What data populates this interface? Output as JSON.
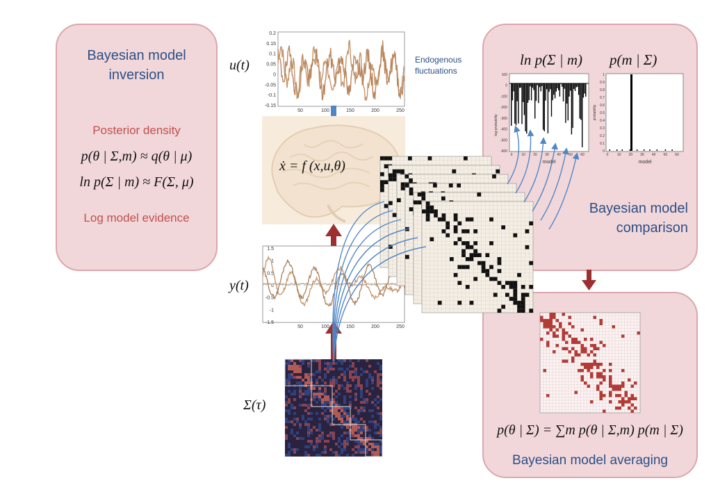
{
  "inversion_panel": {
    "title_line1": "Bayesian model",
    "title_line2": "inversion",
    "posterior_label": "Posterior density",
    "eq_posterior": "p(θ | Σ,m) ≈ q(θ | μ)",
    "eq_evidence": "ln p(Σ | m) ≈ F(Σ, μ)",
    "evidence_label": "Log model evidence"
  },
  "u_series": {
    "label": "u(t)",
    "note_line1": "Endogenous",
    "note_line2": "fluctuations",
    "y_ticks": [
      "0.2",
      "0.15",
      "0.1",
      "0.05",
      "0",
      "-0.05",
      "-0.1",
      "-0.15"
    ],
    "x_ticks": [
      "50",
      "100",
      "150",
      "200",
      "250"
    ]
  },
  "state_equation": "ẋ = f (x,u,θ)",
  "y_series": {
    "label": "y(t)",
    "y_ticks": [
      "1.5",
      "1",
      "0.5",
      "0",
      "-0.5",
      "-1",
      "-1.5"
    ],
    "x_ticks": [
      "50",
      "100",
      "150",
      "200",
      "250"
    ]
  },
  "sigma_label": "Σ(τ)",
  "comparison_panel": {
    "log_evidence_title": "ln p(Σ | m)",
    "posterior_title": "p(m | Σ)",
    "label_line1": "Bayesian model",
    "label_line2": "comparison",
    "left_ylabel": "log-probability",
    "left_xlabel": "model",
    "right_ylabel": "probability",
    "right_xlabel": "model",
    "left_y_ticks": [
      "100",
      "0",
      "-100",
      "-200",
      "-300",
      "-400",
      "-500",
      "-600"
    ],
    "left_x_ticks": [
      "0",
      "10",
      "20",
      "30",
      "40",
      "50",
      "60"
    ],
    "right_y_ticks": [
      "1",
      "0.9",
      "0.8",
      "0.7",
      "0.6",
      "0.5",
      "0.4",
      "0.3",
      "0.2",
      "0.1",
      "0"
    ],
    "right_x_ticks": [
      "0",
      "10",
      "20",
      "30",
      "40",
      "50",
      "60"
    ]
  },
  "averaging_panel": {
    "equation": "p(θ | Σ) = ∑m p(θ | Σ,m) p(m | Σ)",
    "label": "Bayesian model averaging"
  },
  "colors": {
    "panel_fill": "#f2d7da",
    "panel_border": "#dba6ab",
    "blue_text": "#2b4f86",
    "red_text": "#c0504d",
    "trace": "#c4946a",
    "blue_arrow": "#4f86c6",
    "red_arrow": "#9c2f2f",
    "matrix_red": "#b33b36"
  }
}
